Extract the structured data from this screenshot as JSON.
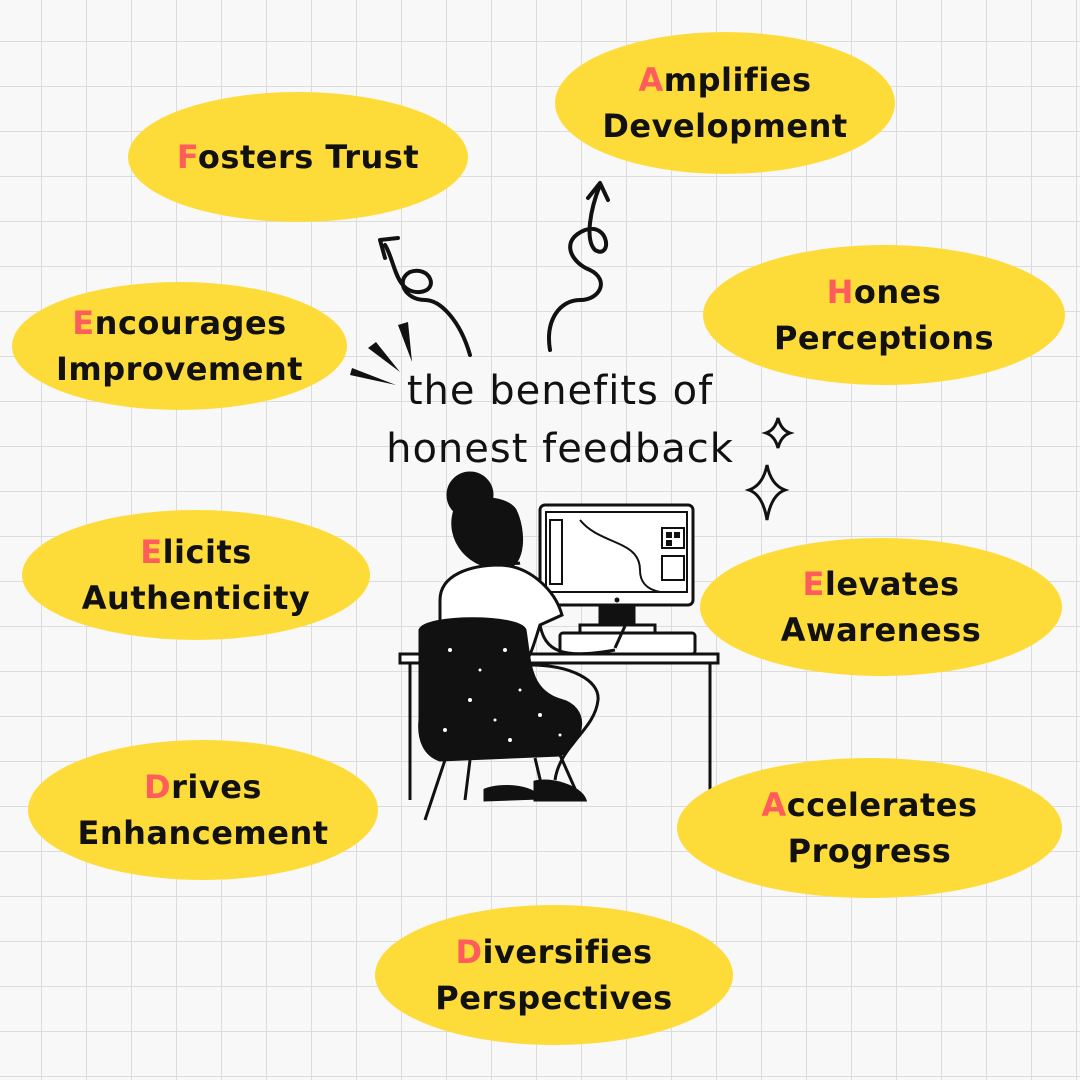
{
  "title": {
    "line1": "the benefits of",
    "line2": "honest feedback"
  },
  "colors": {
    "blob": "#fddc3a",
    "initial_letter": "#ff5c5c",
    "ink": "#111111"
  },
  "benefits": {
    "fosters": {
      "initial": "F",
      "line1": "osters Trust",
      "line2": ""
    },
    "amplifies": {
      "initial": "A",
      "line1": "mplifies",
      "line2": "Development"
    },
    "encourages": {
      "initial": "E",
      "line1": "ncourages",
      "line2": "Improvement"
    },
    "hones": {
      "initial": "H",
      "line1": "ones",
      "line2": "Perceptions"
    },
    "elicits": {
      "initial": "E",
      "line1": "licits",
      "line2": "Authenticity"
    },
    "elevates": {
      "initial": "E",
      "line1": "levates",
      "line2": "Awareness"
    },
    "drives": {
      "initial": "D",
      "line1": "rives",
      "line2": "Enhancement"
    },
    "accelerates": {
      "initial": "A",
      "line1": "ccelerates",
      "line2": "Progress"
    },
    "diversifies": {
      "initial": "D",
      "line1": "iversifies",
      "line2": "Perspectives"
    }
  },
  "illustration": {
    "subject": "woman-at-computer-illustration",
    "decorations": [
      "curly-arrow-icon",
      "sparkle-icon",
      "emphasis-lines-icon"
    ]
  }
}
